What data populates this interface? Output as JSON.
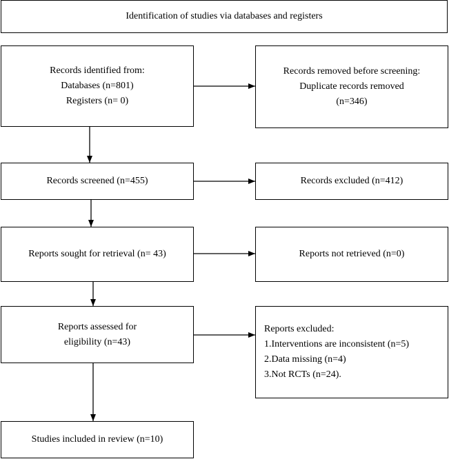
{
  "header": {
    "text": "Identification of studies via databases and registers"
  },
  "boxes": {
    "identified": [
      "Records identified from:",
      "Databases (n=801)",
      "Registers (n= 0)"
    ],
    "removed": [
      "Records removed before screening:",
      "Duplicate records removed",
      "(n=346)"
    ],
    "screened": [
      "Records screened (n=455)"
    ],
    "excluded": [
      "Records excluded (n=412)"
    ],
    "sought": [
      "Reports sought for retrieval (n= 43)"
    ],
    "not_retrieved": [
      "Reports not retrieved (n=0)"
    ],
    "assessed": [
      "Reports assessed for",
      "eligibility (n=43)"
    ],
    "reports_excluded": [
      "Reports excluded:",
      "1.Interventions are inconsistent (n=5)",
      "2.Data missing (n=4)",
      "3.Not RCTs (n=24)."
    ],
    "included": [
      "Studies included in review (n=10)"
    ]
  },
  "colors": {
    "stroke": "#000000",
    "background": "#ffffff"
  }
}
